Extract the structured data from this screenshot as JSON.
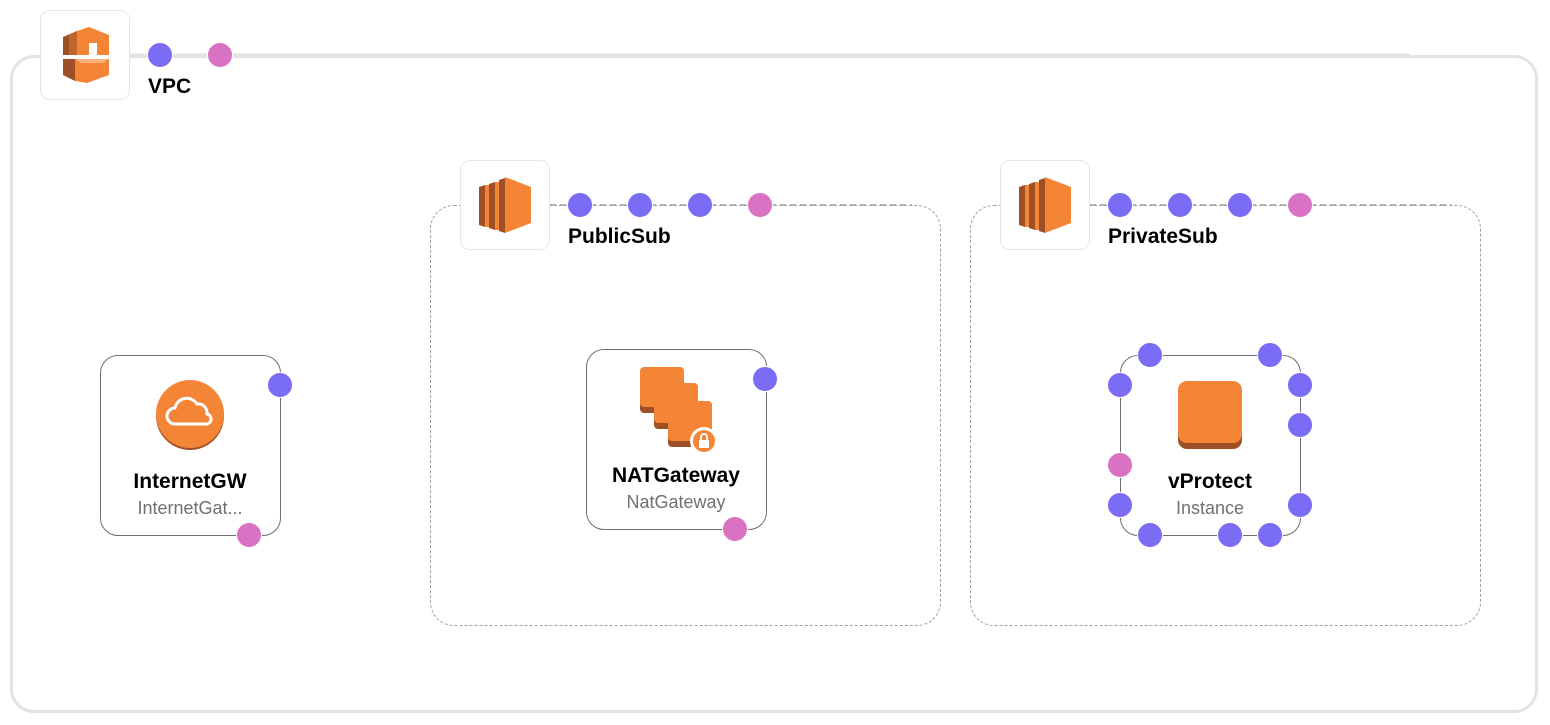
{
  "colors": {
    "port_input": "#7a6cf5",
    "port_output": "#da72c3",
    "aws_orange": "#f58536",
    "aws_orange_dark": "#9d5025",
    "vpc_border": "#e3e3e3",
    "subnet_border": "#9f9f9f"
  },
  "vpc": {
    "label": "VPC",
    "icon": "vpc-icon",
    "ports": [
      "input",
      "output"
    ]
  },
  "subnets": [
    {
      "id": "public",
      "label": "PublicSub",
      "icon": "subnet-icon",
      "ports": [
        "input",
        "input",
        "input",
        "output"
      ]
    },
    {
      "id": "private",
      "label": "PrivateSub",
      "icon": "subnet-icon",
      "ports": [
        "input",
        "input",
        "input",
        "output"
      ]
    }
  ],
  "nodes": [
    {
      "id": "internetgw",
      "title": "InternetGW",
      "subtitle": "InternetGat...",
      "icon": "internet-gateway-cloud-icon"
    },
    {
      "id": "natgateway",
      "title": "NATGateway",
      "subtitle": "NatGateway",
      "icon": "nat-gateway-icon"
    },
    {
      "id": "vprotect",
      "title": "vProtect",
      "subtitle": "Instance",
      "icon": "ec2-instance-icon"
    }
  ]
}
